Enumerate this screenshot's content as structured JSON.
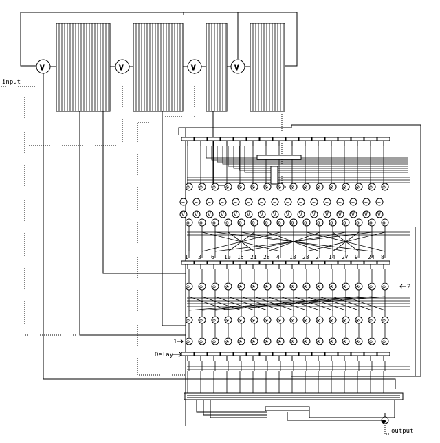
{
  "labels": {
    "input": "input",
    "output": "output",
    "delay": "Delay",
    "one": "1",
    "two": "2"
  },
  "permutation_taps": [
    "1",
    "3",
    "6",
    "10",
    "15",
    "21",
    "28",
    "4",
    "13",
    "23",
    "2",
    "14",
    "27",
    "9",
    "24",
    "8"
  ],
  "symbols": {
    "adder": "⊗",
    "comparator": "V",
    "osc": "~"
  },
  "colors": {
    "stroke": "#000000",
    "background": "#ffffff"
  }
}
